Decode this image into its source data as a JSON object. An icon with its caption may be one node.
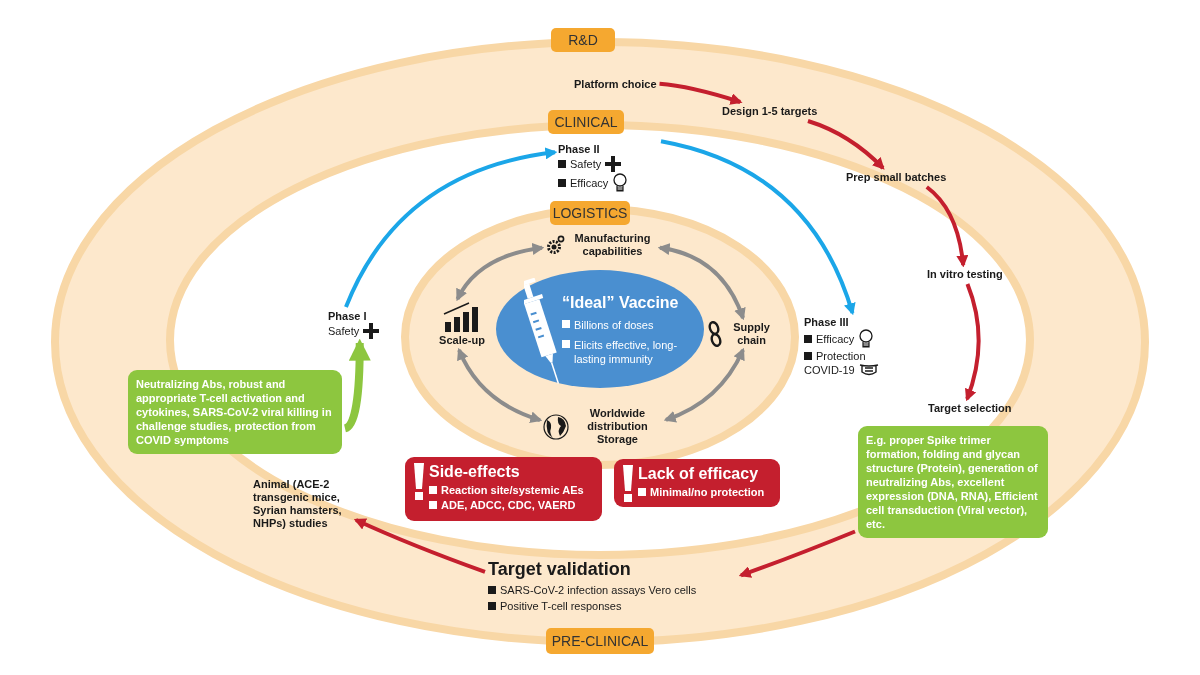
{
  "diagram": {
    "nodes": [
      {
        "text": [
          "R&D"
        ]
      },
      {
        "text": [
          "Platform choice"
        ]
      },
      {
        "text": [
          "Design 1-5 targets"
        ]
      },
      {
        "text": [
          "CLINICAL"
        ]
      },
      {
        "text": [
          "Phase II",
          "Safety",
          "Efficacy"
        ]
      },
      {
        "text": [
          "Prep small batches"
        ]
      },
      {
        "text": [
          "LOGISTICS"
        ]
      },
      {
        "text": [
          "Manufacturing capabilities"
        ]
      },
      {
        "text": [
          "“Ideal” Vaccine",
          "Billions of doses",
          "Elicits effective, long-lasting immunity"
        ]
      },
      {
        "text": [
          "Scale-up"
        ]
      },
      {
        "text": [
          "Supply chain"
        ]
      },
      {
        "text": [
          "In vitro testing"
        ]
      },
      {
        "text": [
          "Phase I",
          "Safety"
        ]
      },
      {
        "text": [
          "Phase III",
          "Efficacy",
          "Protection",
          "COVID-19"
        ]
      },
      {
        "text": [
          "Neutralizing Abs, robust and appropriate T-cell activation and cytokines, SARS-CoV-2 viral killing in challenge studies, protection from COVID symptoms"
        ]
      },
      {
        "text": [
          "Worldwide distribution Storage"
        ]
      },
      {
        "text": [
          "Target selection"
        ]
      },
      {
        "text": [
          "Side-effects",
          "Reaction site/systemic AEs",
          "ADE, ADCC, CDC, VAERD"
        ]
      },
      {
        "text": [
          "Lack of efficacy",
          "Minimal/no protection"
        ]
      },
      {
        "text": [
          "Animal (ACE-2 transgenic mice, Syrian hamsters, NHPs) studies"
        ]
      },
      {
        "text": [
          "E.g. proper Spike trimer formation, folding and glycan structure (Protein), generation of neutralizing Abs, excellent expression (DNA, RNA), Efficient cell transduction (Viral vector), etc."
        ]
      },
      {
        "text": [
          "Target validation",
          "SARS-CoV-2 infection assays Vero cells",
          "Positive T-cell responses"
        ]
      },
      {
        "text": [
          "PRE-CLINICAL"
        ]
      }
    ],
    "edges": [
      {
        "from": 1,
        "to": 2,
        "arrow": "to"
      },
      {
        "from": 2,
        "to": 5,
        "arrow": "to"
      },
      {
        "from": 5,
        "to": 11,
        "arrow": "to"
      },
      {
        "from": 11,
        "to": 16,
        "arrow": "to"
      },
      {
        "from": 20,
        "to": 21,
        "arrow": "to"
      },
      {
        "from": 21,
        "to": 19,
        "arrow": "to"
      },
      {
        "from": 14,
        "to": 12,
        "arrow": "to",
        "style": "thick",
        "color": "#8dc63f"
      },
      {
        "from": 12,
        "to": 4,
        "arrow": "to",
        "color": "#1ba6e8"
      },
      {
        "from": 4,
        "to": 13,
        "arrow": "to",
        "color": "#1ba6e8"
      },
      {
        "from": 7,
        "to": 9,
        "arrow": "both",
        "color": "#8c8c8c"
      },
      {
        "from": 7,
        "to": 10,
        "arrow": "both",
        "color": "#8c8c8c"
      },
      {
        "from": 9,
        "to": 15,
        "arrow": "both",
        "color": "#8c8c8c"
      },
      {
        "from": 10,
        "to": 15,
        "arrow": "both",
        "color": "#8c8c8c"
      }
    ]
  }
}
